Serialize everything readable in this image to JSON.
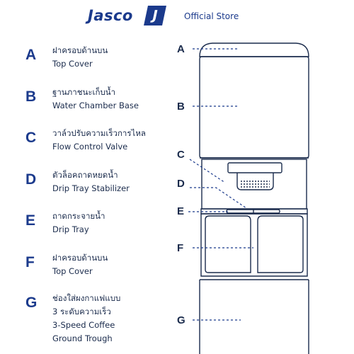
{
  "header": {
    "logo_text": "Jasco",
    "logo_mark": "J",
    "store_label": "Official Store"
  },
  "parts": [
    {
      "letter": "A",
      "thai": "ฝาครอบด้านบน",
      "english": "Top Cover"
    },
    {
      "letter": "B",
      "thai": "ฐานภาชนะเก็บน้ำ",
      "english": "Water Chamber Base"
    },
    {
      "letter": "C",
      "thai": "วาล์วปรับความเร็วการไหล",
      "english": "Flow Control Valve"
    },
    {
      "letter": "D",
      "thai": "ตัวล็อคถาดหยดน้ำ",
      "english": "Drip Tray Stabilizer"
    },
    {
      "letter": "E",
      "thai": "ถาดกระจายน้ำ",
      "english": "Drip Tray"
    },
    {
      "letter": "F",
      "thai": "ฝาครอบด้านบน",
      "english": "Top Cover"
    },
    {
      "letter": "G",
      "thai": "ช่องใส่ผงกาแฟแบบ",
      "thai2": "3 ระดับความเร็ว",
      "english": "3-Speed Coffee",
      "english2": "Ground Trough"
    }
  ],
  "diagram_labels": [
    "A",
    "B",
    "C",
    "D",
    "E",
    "F",
    "G"
  ],
  "colors": {
    "brand": "#1b3a8c",
    "text": "#1a2b4c",
    "line": "#1a2b4c"
  }
}
